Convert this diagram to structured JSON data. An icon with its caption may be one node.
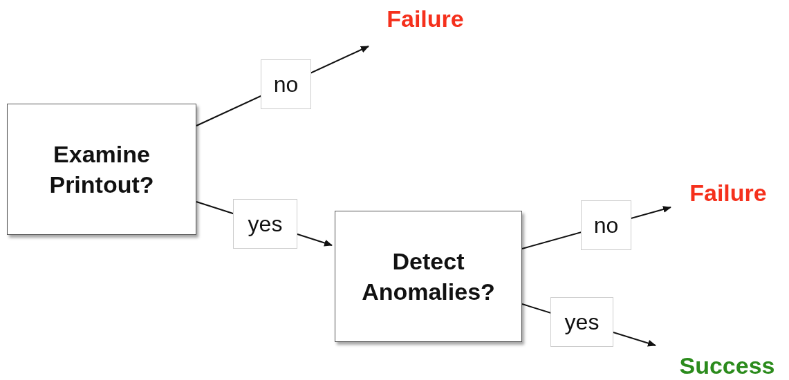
{
  "diagram": {
    "nodes": [
      {
        "text": [
          "Examine Printout?"
        ]
      },
      {
        "text": [
          "Failure"
        ]
      },
      {
        "text": [
          "Detect Anomalies?"
        ]
      },
      {
        "text": [
          "Failure"
        ]
      },
      {
        "text": [
          "Success"
        ]
      }
    ],
    "edges": [
      {
        "from": 0,
        "to": 1,
        "arrow": "to",
        "label": "no"
      },
      {
        "from": 0,
        "to": 2,
        "arrow": "to",
        "label": "yes"
      },
      {
        "from": 2,
        "to": 3,
        "arrow": "to",
        "label": "no"
      },
      {
        "from": 2,
        "to": 4,
        "arrow": "to",
        "label": "yes"
      }
    ]
  }
}
